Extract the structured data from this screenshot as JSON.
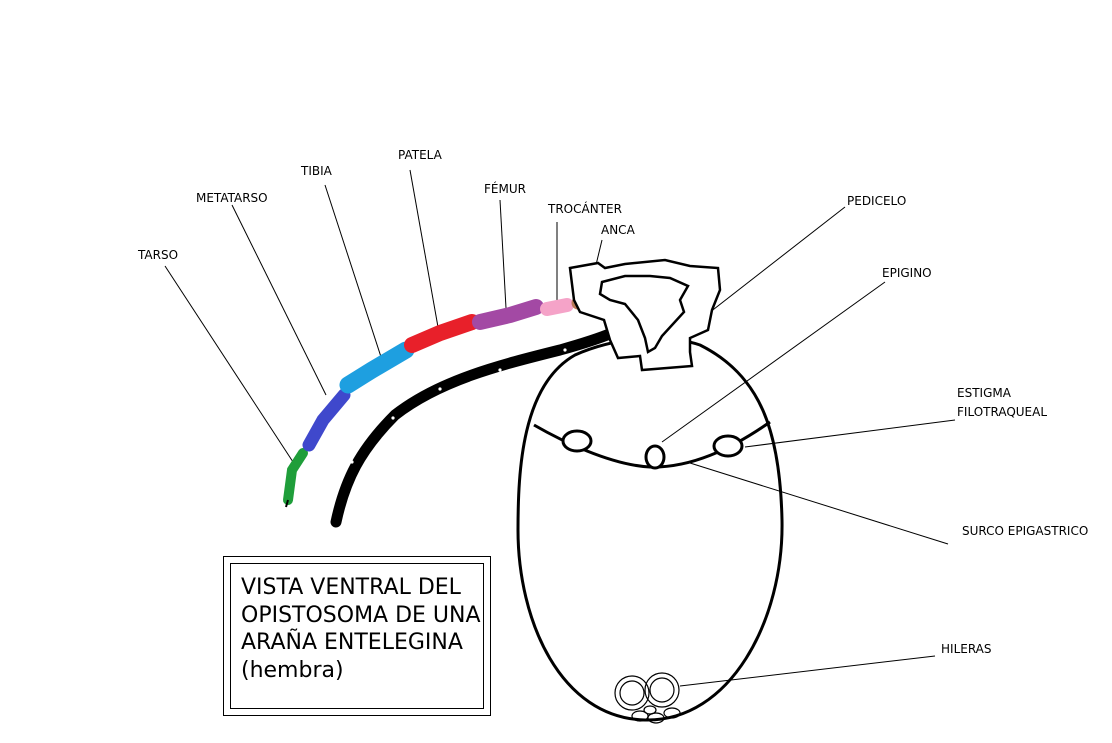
{
  "labels": {
    "tarso": "TARSO",
    "metatarso": "METATARSO",
    "tibia": "TIBIA",
    "patela": "PATELA",
    "femur": "FÉMUR",
    "trocanter": "TROCÁNTER",
    "anca": "ANCA",
    "pedicelo": "PEDICELO",
    "epigino": "EPIGINO",
    "estigma_line1": "ESTIGMA",
    "estigma_line2": "FILOTRAQUEAL",
    "surco": "SURCO EPIGASTRICO",
    "hileras": "HILERAS"
  },
  "title": {
    "line1": "VISTA VENTRAL DEL",
    "line2": "OPISTOSOMA DE UNA",
    "line3": "ARAÑA ENTELEGINA",
    "line4": "(hembra)"
  },
  "colors": {
    "tarso": "#1f9e3a",
    "metatarso": "#3f48cc",
    "tibia": "#1e9fe0",
    "patela": "#e8202a",
    "femur": "#a349a4",
    "trocanter": "#f5a3c8",
    "anca": "#b97a57",
    "second_leg": "#000000",
    "outline": "#000000"
  }
}
